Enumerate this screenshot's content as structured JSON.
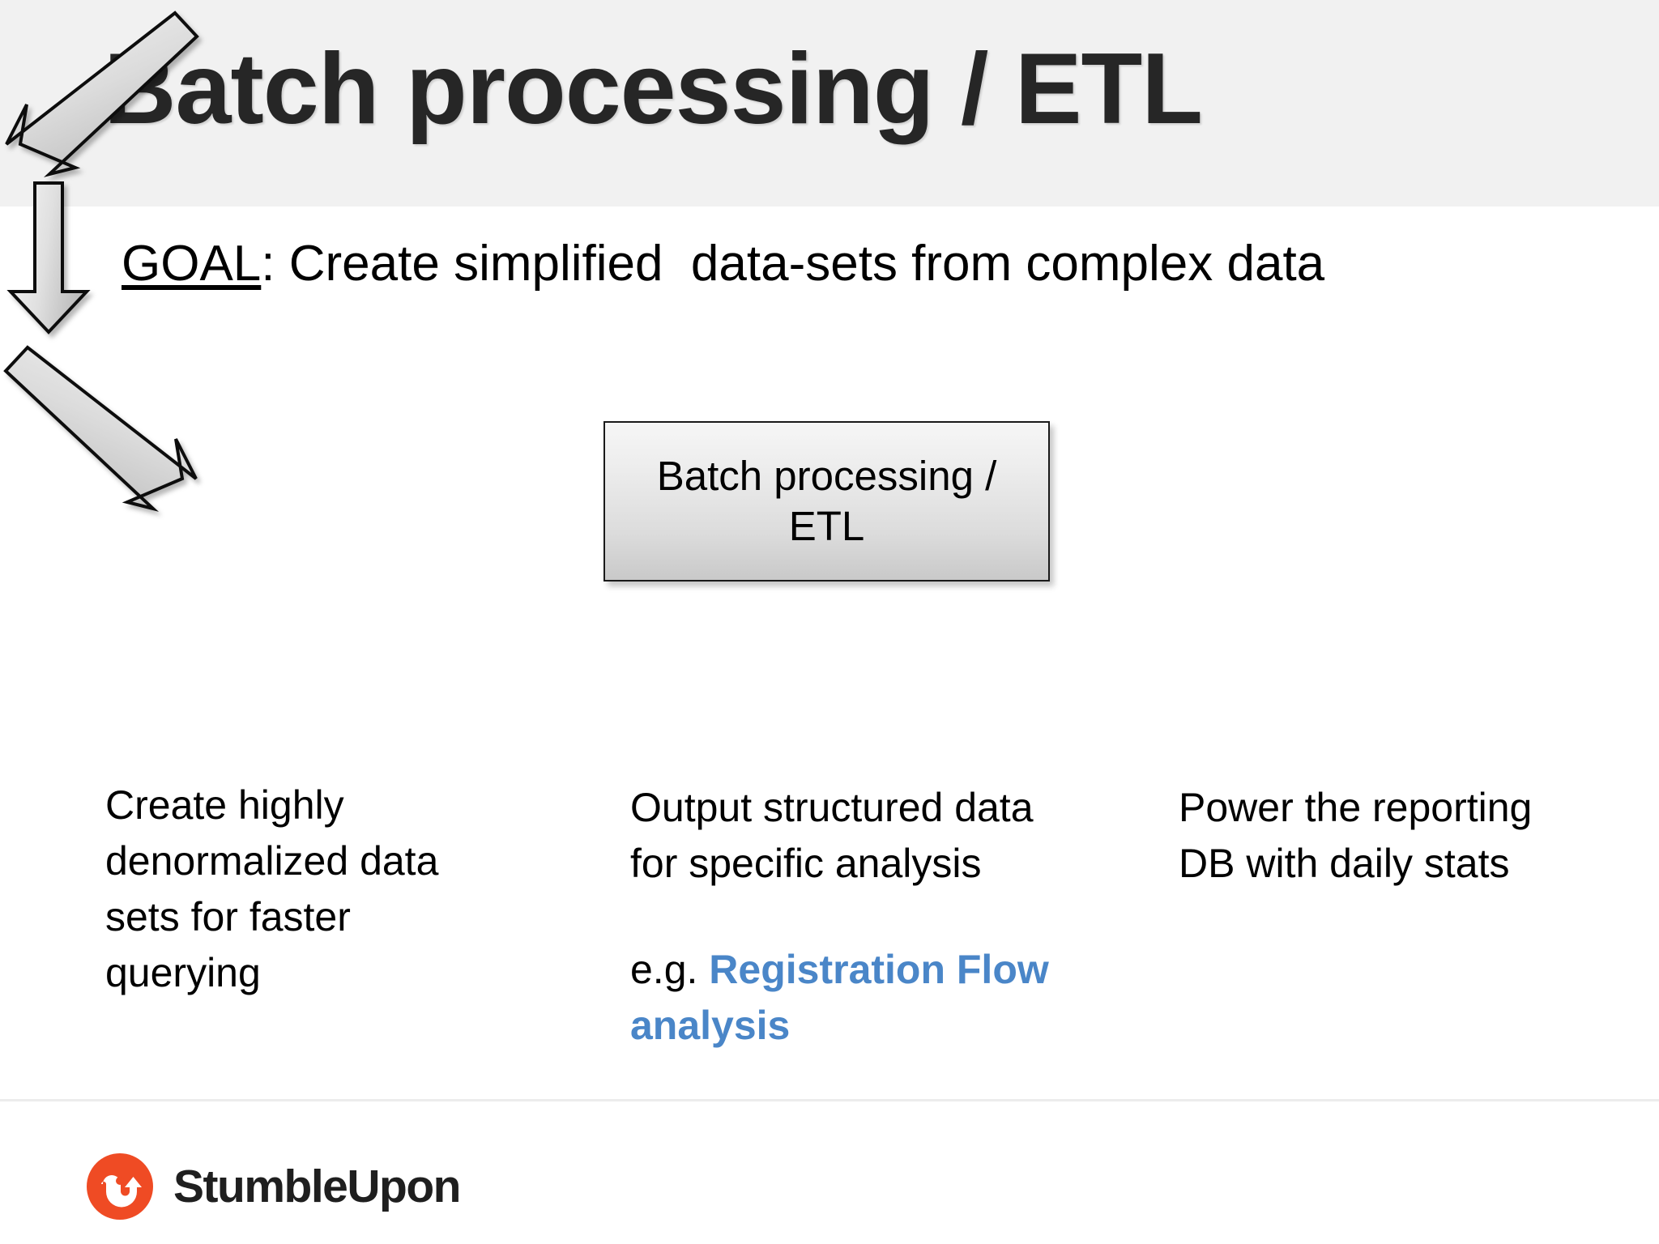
{
  "slide": {
    "title": "Batch processing / ETL",
    "background_color": "#ffffff",
    "header_band_color": "#f1f1f1"
  },
  "goal": {
    "label": "GOAL",
    "separator": ": ",
    "text": "Create simplified  data-sets from complex data"
  },
  "diagram": {
    "center_node": {
      "label": "Batch processing /\nETL",
      "fill_gradient_top": "#f6f6f6",
      "fill_gradient_bottom": "#c9c9c9",
      "border_color": "#1a1a1a"
    },
    "arrows": [
      {
        "name": "arrow-down-left",
        "direction": "down-left"
      },
      {
        "name": "arrow-down",
        "direction": "down"
      },
      {
        "name": "arrow-down-right",
        "direction": "down-right"
      }
    ],
    "branches": [
      {
        "id": "left",
        "text": "Create highly denormalized data sets for faster querying",
        "example_prefix": "",
        "example_highlight": ""
      },
      {
        "id": "middle",
        "text": "Output structured data for specific analysis",
        "example_prefix": "e.g. ",
        "example_highlight": "Registration Flow analysis"
      },
      {
        "id": "right",
        "text": "Power the reporting DB with daily stats",
        "example_prefix": "",
        "example_highlight": ""
      }
    ]
  },
  "footer": {
    "brand_name": "StumbleUpon",
    "logo_icon": "stumbleupon-su-mark",
    "logo_color": "#ef4b24",
    "divider_color": "#ececec"
  },
  "colors": {
    "accent_blue": "#4a86c8",
    "title_text": "#262626",
    "body_text": "#000000"
  }
}
